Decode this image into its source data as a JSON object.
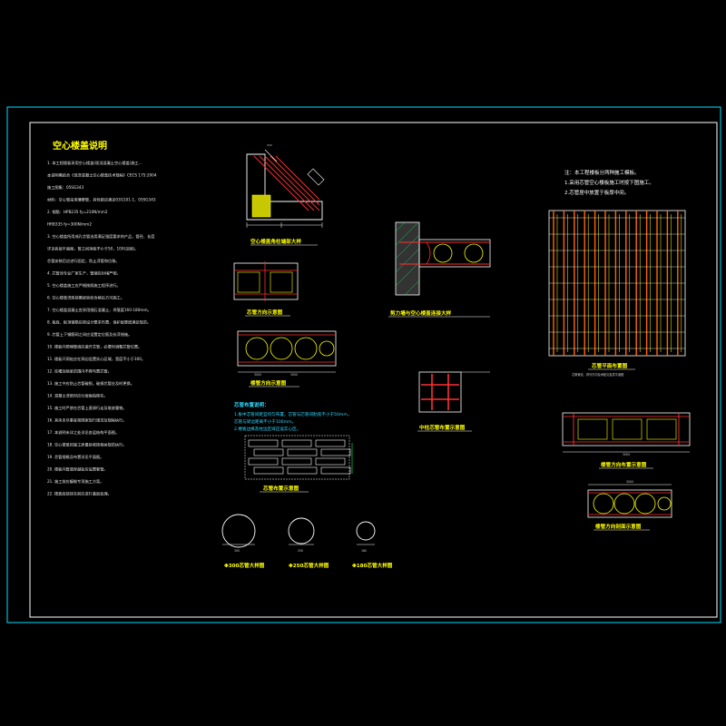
{
  "colors": {
    "background": "#000000",
    "frame": "#00e0ff",
    "lines": "#ffffff",
    "title": "#ffff00",
    "rebar": "#ff3030",
    "hatch": "#ffff00",
    "concrete": "#ff6600"
  },
  "notes_panel": {
    "title": "空心楼盖说明",
    "items": [
      "1.  本工程楼板采用空心楼盖(现浇混凝土空心楼盖)施工...",
      "     本说明需结合《现浇混凝土空心楼盖技术规程》CECS 175:2004",
      "     施工图集：05SG343",
      "     材料：空心管采用薄壁管，其性能应满足03G101-1、05SG343",
      "2.  钢筋：HPB235  fy=210N/mm2",
      "     HRB335  fy=300N/mm2",
      "3.  空心楼盖所用成孔芯管选用满足强度要求的产品，管径、长度",
      "     详见各层平面图，管之间净距不小于50，100(见图)。",
      "     芯管安装后应进行固定，防止浮管和位移。",
      "4.  芯管须专业厂家生产，管端应封堵严密。",
      "5.  空心楼盖施工应严格按照施工程序进行。",
      "6.  空心楼盖浇筑前需经验收合格后方可施工。",
      "7.  空心楼盖混凝土宜采用细石混凝土，坍落度160-180mm。",
      "8.  板底、板顶钢筋应按设计要求布置，保护层厚度满足规范。",
      "9.  芯管上下钢筋网之间应设置定位筋及抗浮措施。",
      "10. 楼板内预埋管线应避开芯管，必要时调整芯管位置。",
      "11. 楼板开洞处应在洞边设置实心区域，宽度不小于300。",
      "12. 柱帽及暗梁范围内不得布置芯管。",
      "13. 施工中应防止芯管破损，破损芯管应及时更换。",
      "14. 混凝土浇筑时应分层振捣密实。",
      "15. 施工时严禁在芯管上直接行走及堆放重物。",
      "16. 其余未尽事宜按国家现行规范及规程执行。",
      "17. 本说明未详之处详见各层结构平面图。",
      "18. 空心楼盖的施工质量验收按相关规范执行。",
      "19. 芯管规格及布置详见平面图。",
      "20. 楼板内管道穿越处应设置套管。",
      "21. 施工前应编制专项施工方案。",
      "22. 楼盖底部抹灰前应进行基层处理。"
    ]
  },
  "labels": {
    "detail_corner": "空心楼盖角柱端部大样",
    "detail_rib_plan": "芯管方向示意图",
    "detail_section": "楼管方向示意图",
    "detail_wall": "剪力墙与空心楼盖连接大样",
    "detail_column_cap": "中柱芯管布置示意图",
    "detail_arrangement": "芯管布置示意图",
    "circle_1": "Φ300芯管大样图",
    "circle_2": "Φ250芯管大样图",
    "circle_3": "Φ180芯管大样图",
    "plan_note": "芯管平面布置图",
    "plan_note_small": "芯管管径、排列方向及间距见各层平面图",
    "section_right_1": "楼管方向布置示意图",
    "section_right_2": "楼管方向剖面示意图"
  },
  "cyan_notes": {
    "title": "芯管布置说明：",
    "lines": [
      "1.板中芯管间距宜均匀布置，芯管与芯管间肋宽不小于50mm，",
      "  芯管与梁边距离不小于100mm。",
      "2.楼板边缘及柱边区域应设实心区。"
    ]
  },
  "top_right_notes": {
    "lines": [
      "注：本工程楼板分两种施工模板。",
      "1.采用芯管空心楼板施工时按下图施工。",
      "2.芯管居中放置于板厚中间。"
    ]
  },
  "dims": {
    "d1": "3000",
    "d2": "3000",
    "d3": "3000",
    "d4": "3000",
    "c1": "300",
    "c2": "250",
    "c3": "180",
    "p1": "500",
    "p2": "500",
    "p3": "500"
  }
}
